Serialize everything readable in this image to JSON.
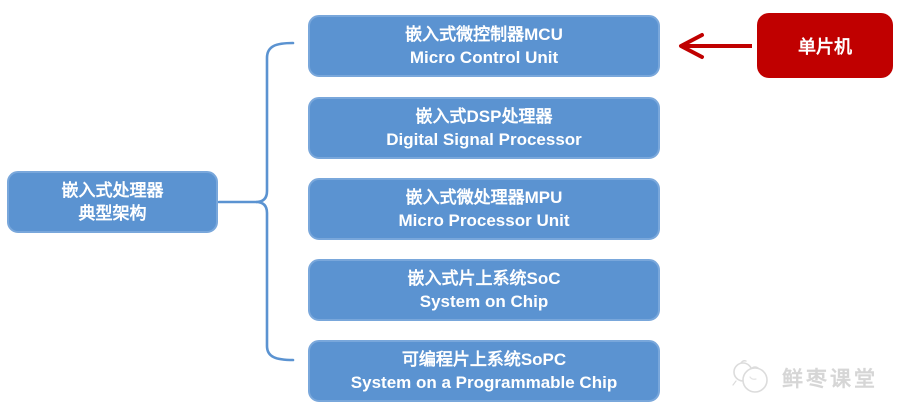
{
  "root_node": {
    "line1": "嵌入式处理器",
    "line2": "典型架构"
  },
  "branch_nodes": [
    {
      "zh": "嵌入式微控制器MCU",
      "en": "Micro Control Unit"
    },
    {
      "zh": "嵌入式DSP处理器",
      "en": "Digital Signal Processor"
    },
    {
      "zh": "嵌入式微处理器MPU",
      "en": "Micro Processor Unit"
    },
    {
      "zh": "嵌入式片上系统SoC",
      "en": "System on Chip"
    },
    {
      "zh": "可编程片上系统SoPC",
      "en": "System on a Programmable Chip"
    }
  ],
  "callout": {
    "label": "单片机"
  },
  "watermark": {
    "text": "鲜枣课堂",
    "icon": "jujube-logo"
  },
  "colors": {
    "node_fill": "#5B93D1",
    "node_border": "#79A7DB",
    "connector": "#5B93D1",
    "callout_red": "#C00000",
    "watermark_gray": "#D6D6D6",
    "text_white": "#FFFFFF"
  }
}
